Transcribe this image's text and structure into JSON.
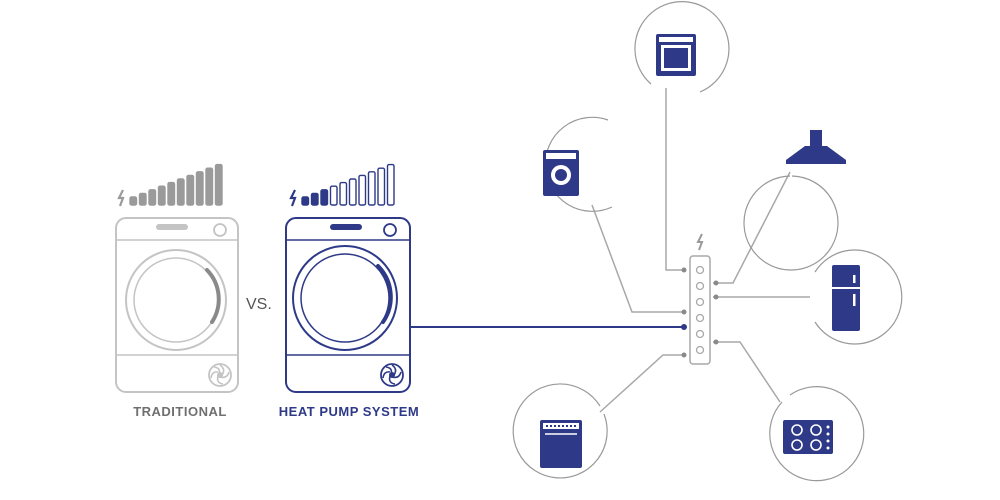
{
  "labels": {
    "traditional": "TRADITIONAL",
    "heat_pump": "HEAT PUMP SYSTEM",
    "versus": "VS."
  },
  "energy_levels": {
    "traditional": {
      "filled": 10,
      "total": 10
    },
    "heat_pump": {
      "filled": 3,
      "total": 10
    }
  },
  "appliances": [
    "washing-machine",
    "oven",
    "cooker-hood",
    "refrigerator",
    "hob",
    "dishwasher"
  ],
  "colors": {
    "grey": "#9a9a9a",
    "grey_outline": "#c4c4c4",
    "navy": "#2e3a87",
    "line": "#a8a8a8"
  },
  "icons": [
    "lightning-bolt-icon",
    "washing-machine-icon",
    "oven-icon",
    "cooker-hood-icon",
    "refrigerator-icon",
    "hob-icon",
    "dishwasher-icon"
  ]
}
